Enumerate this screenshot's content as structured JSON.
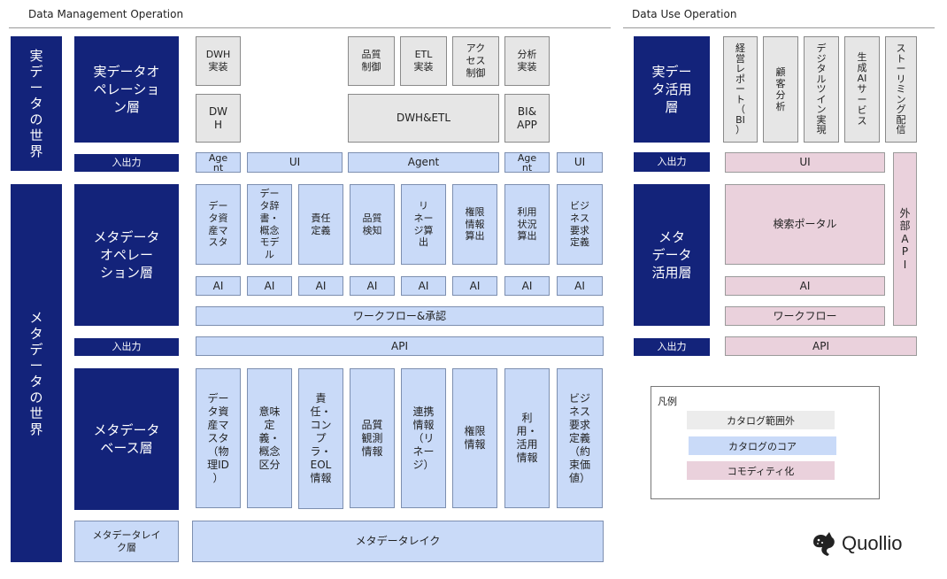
{
  "headers": {
    "management": "Data Management Operation",
    "use": "Data Use Operation"
  },
  "worlds": {
    "real": "実\nデ\nー\nタ\nの\n世\n界",
    "meta": "メ\nタ\nデ\nー\nタ\nの\n世\n界"
  },
  "layers": {
    "real_op": "実データオ\nペレーショ\nン層",
    "io1": "入出力",
    "meta_op": "メタデータ\nオペレー\nション層",
    "io2": "入出力",
    "meta_base": "メタデータ\nベース層",
    "meta_lake": "メタデータレイ\nク層"
  },
  "real_top": [
    "DWH\n実装",
    "品質\n制御",
    "ETL\n実装",
    "アク\nセス\n制御",
    "分析\n実装"
  ],
  "real_mid": [
    "DW\nH",
    "DWH&ETL",
    "BI&\nAPP"
  ],
  "io_row": [
    "Age\nnt",
    "UI",
    "Agent",
    "Age\nnt",
    "UI"
  ],
  "meta_op_cards": [
    "デー\nタ資\n産マ\nスタ",
    "デー\nタ辞\n書・\n概念\nモデ\nル",
    "責任\n定義",
    "品質\n検知",
    "リ\nネー\nジ算\n出",
    "権限\n情報\n算出",
    "利用\n状況\n算出",
    "ビジ\nネス\n要求\n定義"
  ],
  "ai_label": "AI",
  "workflow_approval": "ワークフロー&承認",
  "api": "API",
  "meta_base_cards": [
    "デー\nタ資\n産マ\nスタ\n（物\n理ID\n）",
    "意味\n定\n義・\n概念\n区分",
    "責\n任・\nコン\nプ\nラ・\nEOL\n情報",
    "品質\n観測\n情報",
    "連携\n情報\n（リ\nネー\nジ）",
    "権限\n情報",
    "利\n用・\n活用\n情報",
    "ビジ\nネス\n要求\n定義\n（約\n束価\n値）"
  ],
  "meta_lake": "メタデータレイク",
  "use": {
    "real_layer": "実デー\nタ活用\n層",
    "apps": [
      "経\n営\nレ\nポ\nー\nト\n（\nBI\n）",
      "顧\n客\n分\n析",
      "デ\nジ\nタ\nル\nツ\nイ\nン\n実\n現",
      "生\n成\nAI\nサ\nー\nビ\nス",
      "ス\nト\nー\nリ\nミ\nン\nグ\n配\n信"
    ],
    "io1": "入出力",
    "ui": "UI",
    "external_api": "外\n部\nA\nP\nI",
    "meta_layer": "メタ\nデータ\n活用層",
    "search_portal": "検索ポータル",
    "ai": "AI",
    "workflow": "ワークフロー",
    "io2": "入出力",
    "api": "API"
  },
  "legend": {
    "title": "凡例",
    "items": [
      {
        "label": "カタログ範囲外",
        "color": "#ececec"
      },
      {
        "label": "カタログのコア",
        "color": "#c9daf8"
      },
      {
        "label": "コモディティ化",
        "color": "#ead1dc"
      }
    ]
  },
  "logo": {
    "text": "Quollio"
  },
  "colors": {
    "navy": "#13237a",
    "gray": "#e6e6e6",
    "blue": "#c9daf8",
    "pink": "#ead1dc"
  }
}
